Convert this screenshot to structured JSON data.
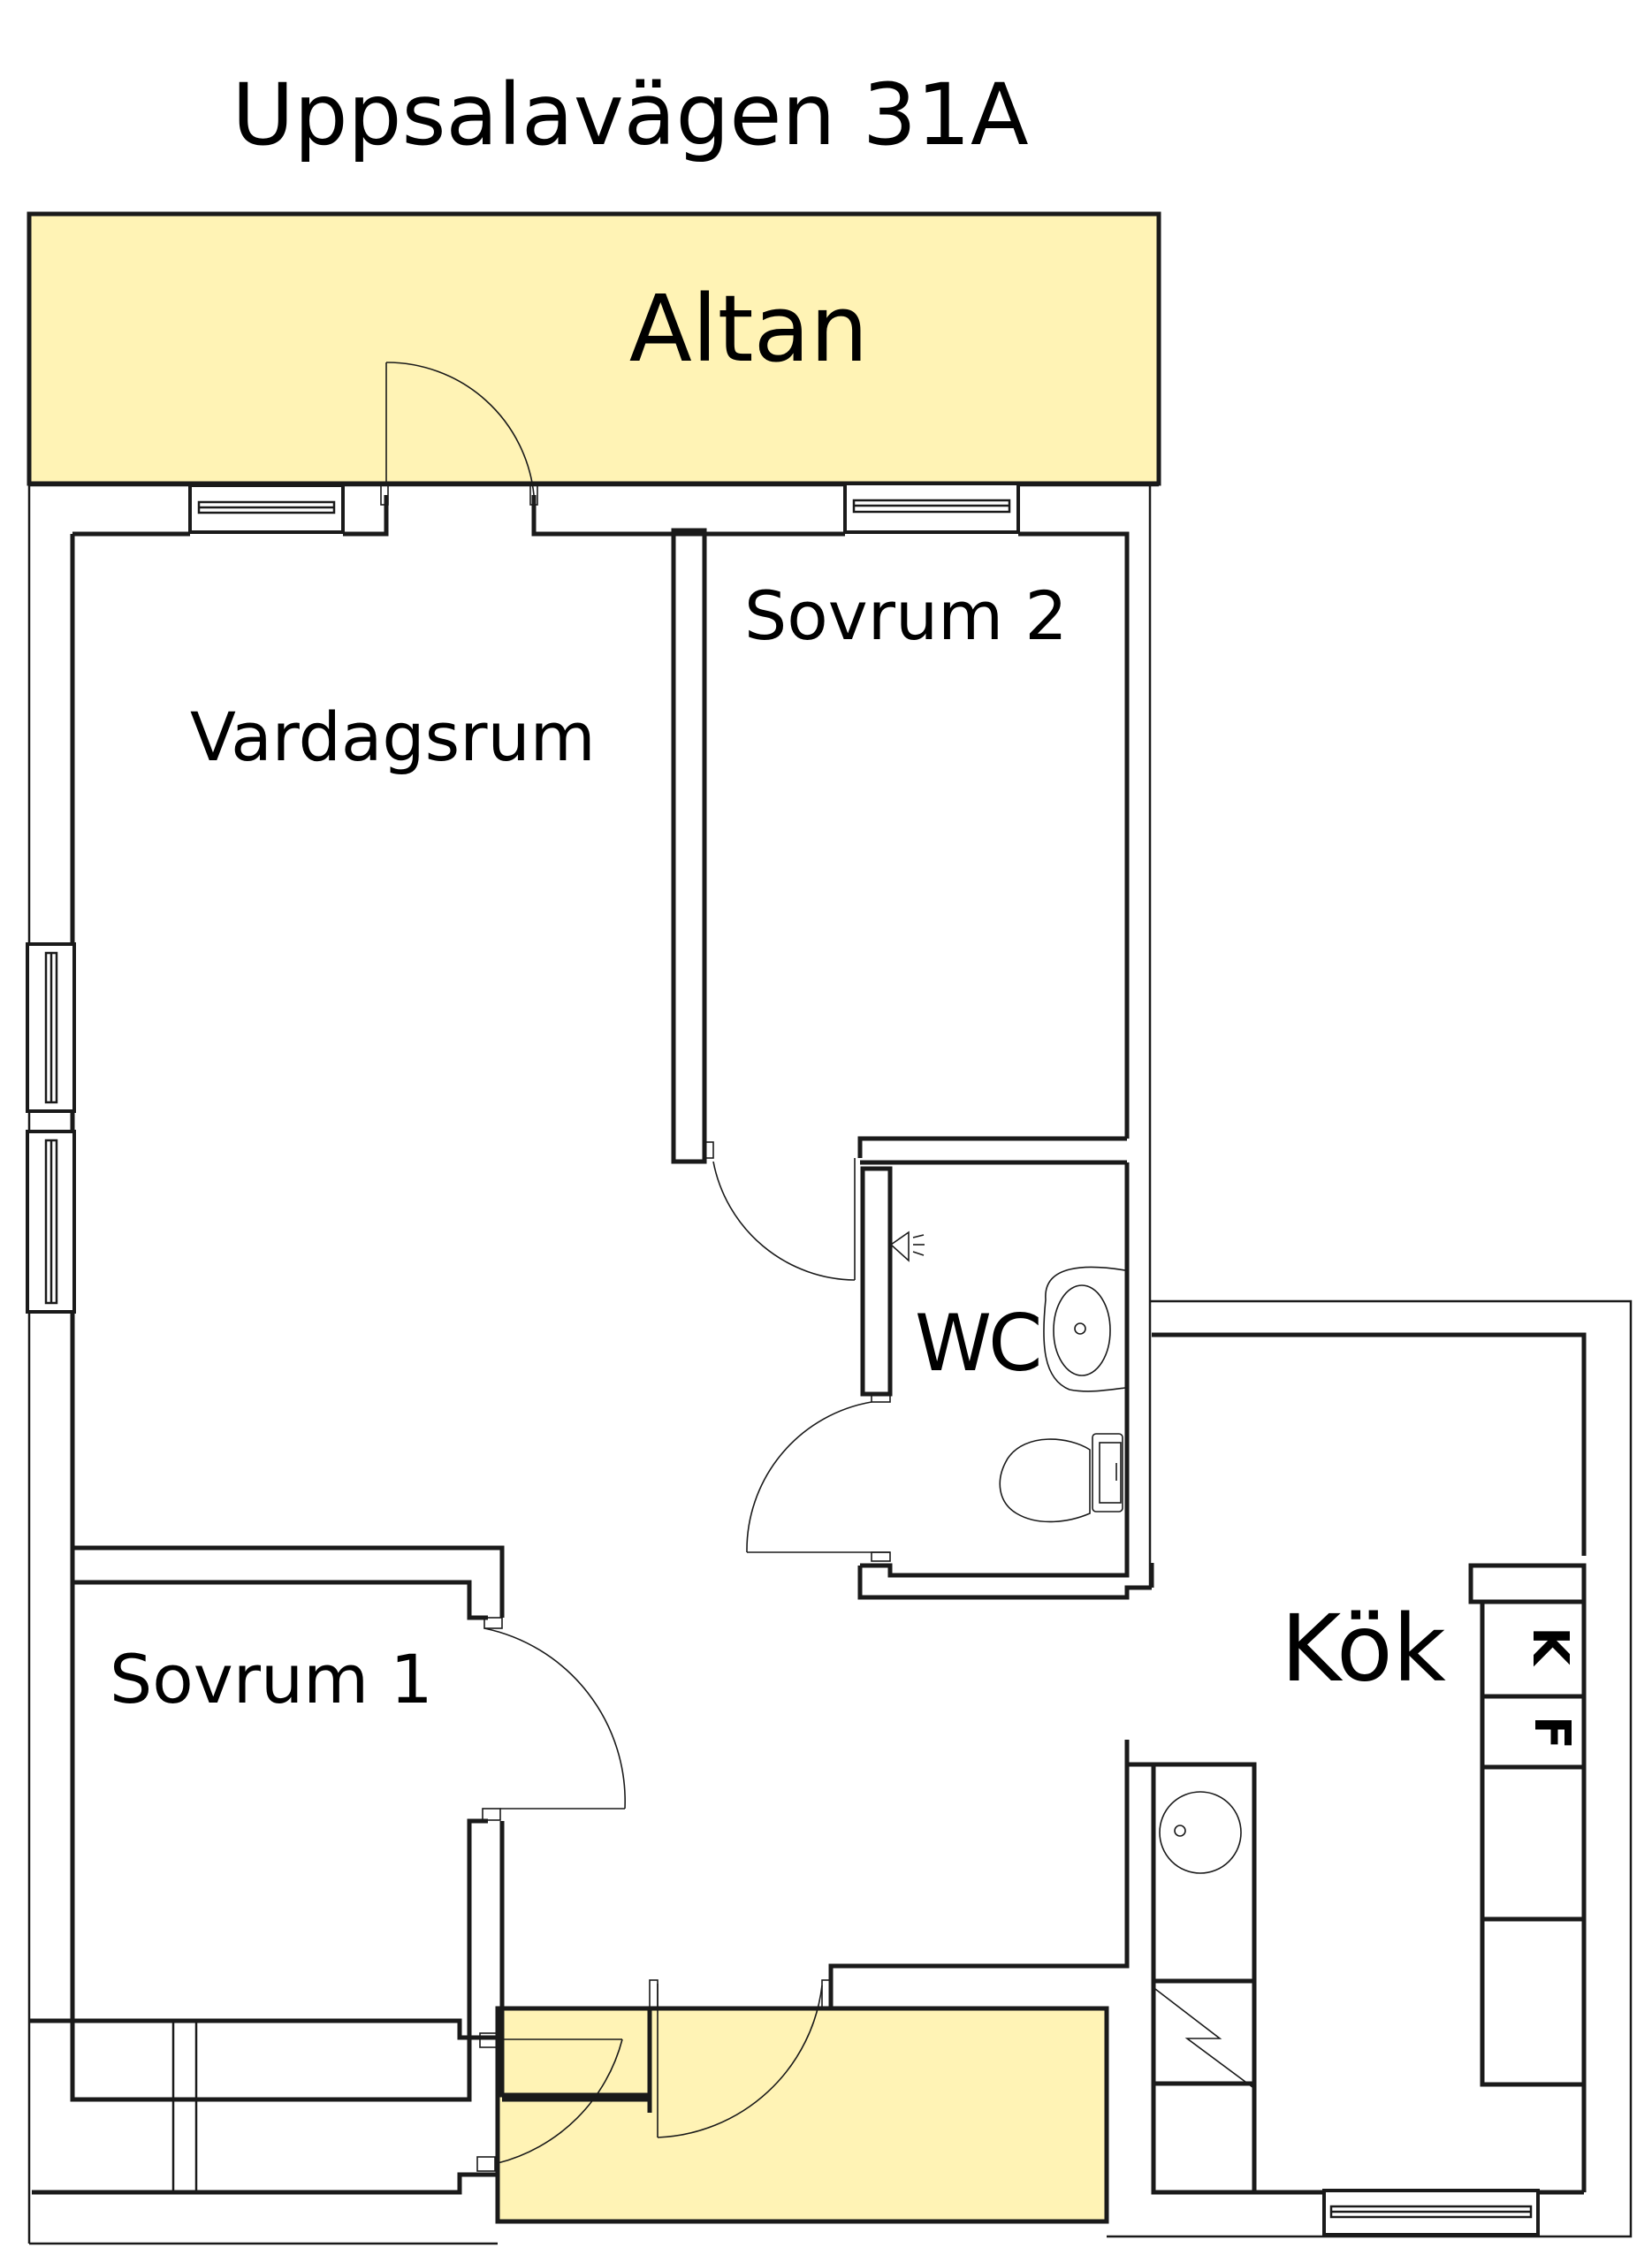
{
  "title": "Uppsalavägen 31A",
  "rooms": {
    "altan": "Altan",
    "vardagsrum": "Vardagsrum",
    "sovrum2": "Sovrum 2",
    "sovrum1": "Sovrum 1",
    "wc": "WC",
    "kok": "Kök"
  },
  "appliances": {
    "kyl": "K",
    "frys": "F"
  },
  "colors": {
    "outdoor_fill": "#fff3b5",
    "wall_stroke": "#1a1a1a",
    "background": "#ffffff"
  }
}
